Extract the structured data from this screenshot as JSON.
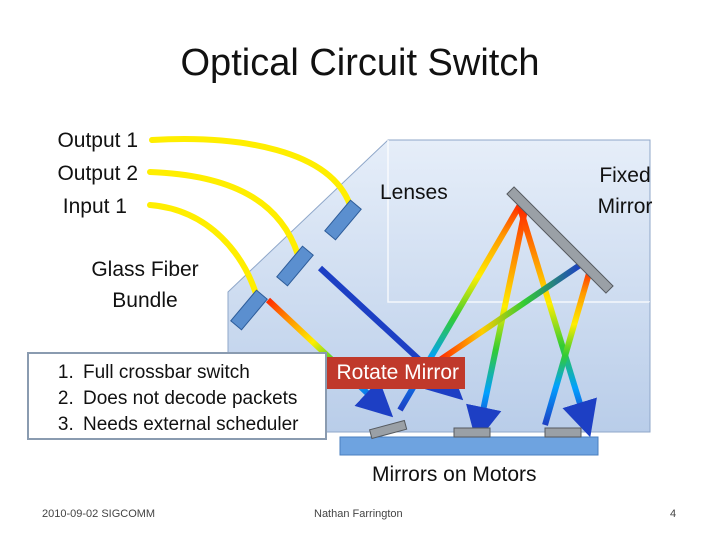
{
  "slide": {
    "title": "Optical Circuit Switch",
    "ports": [
      "Output 1",
      "Output 2",
      "Input 1"
    ],
    "lenses_label": "Lenses",
    "fixed_mirror_label": [
      "Fixed",
      "Mirror"
    ],
    "glass_fiber_label": [
      "Glass Fiber",
      "Bundle"
    ],
    "rotate_mirror_label": "Rotate Mirror",
    "motors_label": "Mirrors on Motors",
    "callout_items": [
      "Full crossbar switch",
      "Does not decode packets",
      "Needs external scheduler"
    ],
    "footer": {
      "left": "2010-09-02 SIGCOMM",
      "center": "Nathan Farrington",
      "page": "4"
    }
  },
  "colors": {
    "fiber": "#ffee00",
    "housing_fill": "#c9d9ef",
    "housing_edge": "#8fa7c9",
    "lens": "#5b8fcf",
    "arrow_blue": "#1d3fc4",
    "mirror": "#9aa0a6",
    "motor_base": "#6ea3e0",
    "callout_accent": "#c0392b"
  }
}
